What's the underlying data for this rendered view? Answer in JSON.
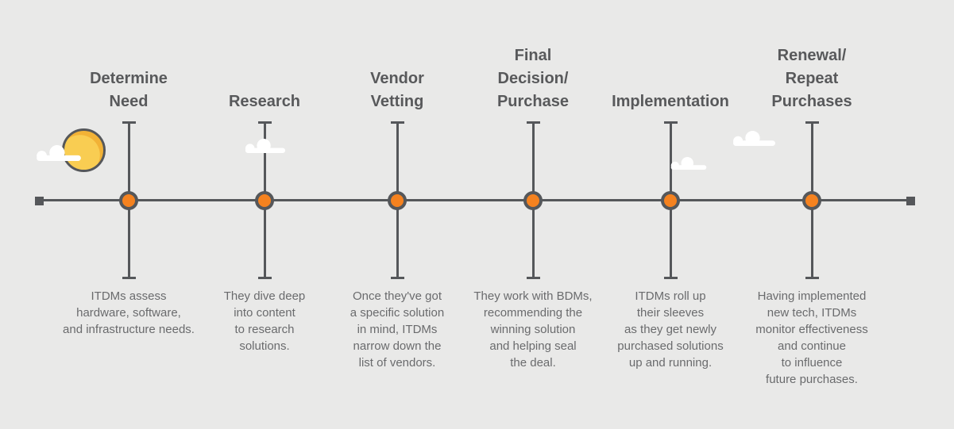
{
  "diagram": {
    "type": "horizontal-timeline",
    "stage_count": 6
  },
  "stages": [
    {
      "title": [
        "Determine",
        "Need"
      ],
      "description": [
        "ITDMs assess",
        "hardware, software,",
        "and infrastructure needs."
      ]
    },
    {
      "title": [
        "Research"
      ],
      "description": [
        "They dive deep",
        "into content",
        "to research",
        "solutions."
      ]
    },
    {
      "title": [
        "Vendor",
        "Vetting"
      ],
      "description": [
        "Once they've got",
        "a specific solution",
        "in mind, ITDMs",
        "narrow down the",
        "list of vendors."
      ]
    },
    {
      "title": [
        "Final",
        "Decision/",
        "Purchase"
      ],
      "description": [
        "They work with BDMs,",
        "recommending the",
        "winning solution",
        "and helping seal",
        "the deal."
      ]
    },
    {
      "title": [
        "Implementation"
      ],
      "description": [
        "ITDMs roll up",
        "their sleeves",
        "as they get newly",
        "purchased solutions",
        "up and running."
      ]
    },
    {
      "title": [
        "Renewal/",
        "Repeat",
        "Purchases"
      ],
      "description": [
        "Having implemented",
        "new tech, ITDMs",
        "monitor effectiveness",
        "and continue",
        "to influence",
        "future purchases."
      ]
    }
  ],
  "decorations": {
    "sun": "sun-icon",
    "clouds": [
      "cloud-near-sun",
      "cloud-on-research-stem",
      "cloud-on-implementation-stem",
      "cloud-right-of-implementation"
    ]
  },
  "colors": {
    "background": "#E9E9E8",
    "line": "#55575A",
    "node_fill": "#F5821F",
    "title_text": "#58595B",
    "body_text": "#6A6B6D",
    "sun_inner": "#F9CD52",
    "sun_outer": "#F2B236",
    "cloud": "#FFFFFF"
  }
}
